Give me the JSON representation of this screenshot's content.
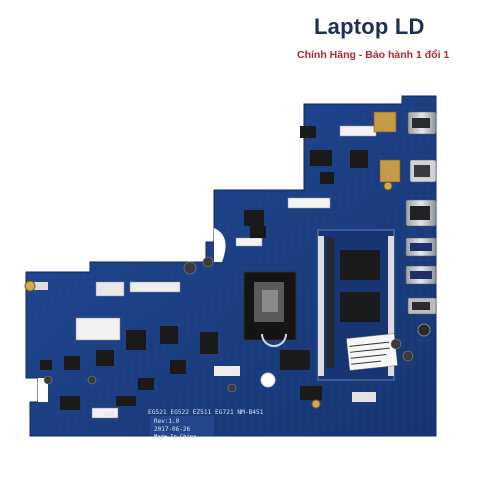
{
  "brand": {
    "title": "Laptop LD",
    "subtitle": "Chính Hãng - Bảo hành 1 đổi 1"
  },
  "board": {
    "model_code": "EG521 EG522 EZ511 EG721 NM-B451",
    "revision": "Rev:1.0",
    "date": "2017-06-26",
    "origin": "Made In China",
    "maker_mark": "HSB"
  },
  "colors": {
    "pcb": "#1c3f82",
    "pcb_dark": "#142f66",
    "pcb_light": "#2e5aa8",
    "brand_title": "#1c2f55",
    "brand_subtitle": "#b1282a",
    "ram_slot": "#e6e6e6",
    "cpu": "#1a1a1a"
  }
}
